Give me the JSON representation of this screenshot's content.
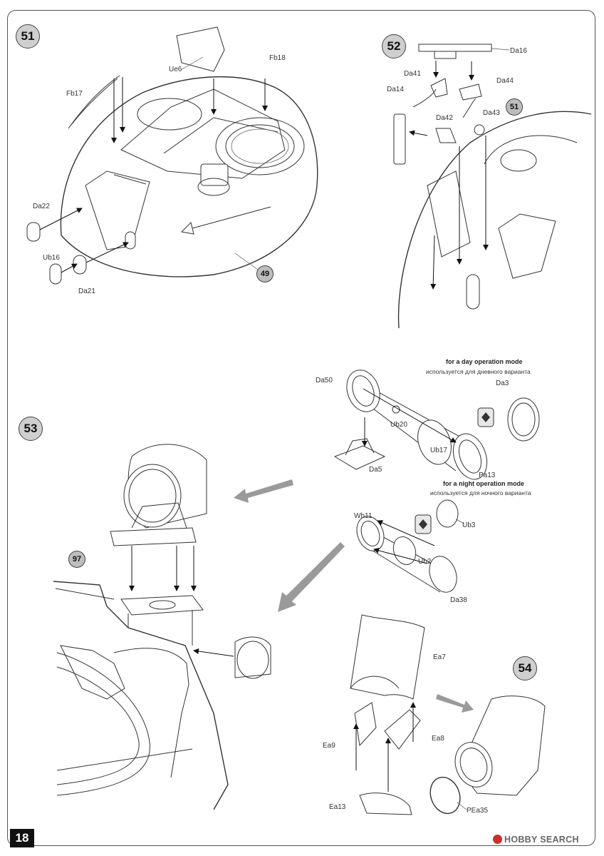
{
  "steps": {
    "s51": "51",
    "s52": "52",
    "s53": "53",
    "s54": "54"
  },
  "refs": {
    "r49": "49",
    "r51": "51",
    "r97": "97"
  },
  "parts": {
    "ue6": "Ue6",
    "fb18": "Fb18",
    "fb17": "Fb17",
    "da22": "Da22",
    "ub16": "Ub16",
    "da21": "Da21",
    "da16": "Da16",
    "da41": "Da41",
    "da44": "Da44",
    "da14": "Da14",
    "da42": "Da42",
    "da43": "Da43",
    "da50": "Da50",
    "ub20": "Ub20",
    "ub17": "Ub17",
    "da5": "Da5",
    "pa13": "Pa13",
    "da3": "Da3",
    "wh11": "Wh11",
    "ub3": "Ub3",
    "ub2": "Ub2",
    "da38": "Da38",
    "ea7": "Ea7",
    "ea8": "Ea8",
    "ea9": "Ea9",
    "ea13": "Ea13",
    "pea35": "PEa35"
  },
  "notes": {
    "day_en": "for a day operation mode",
    "day_ru": "используется для дневного варианта",
    "night_en": "for a night operation mode",
    "night_ru": "используется для ночного варианта"
  },
  "page_number": "18",
  "watermark": "HOBBY SEARCH"
}
